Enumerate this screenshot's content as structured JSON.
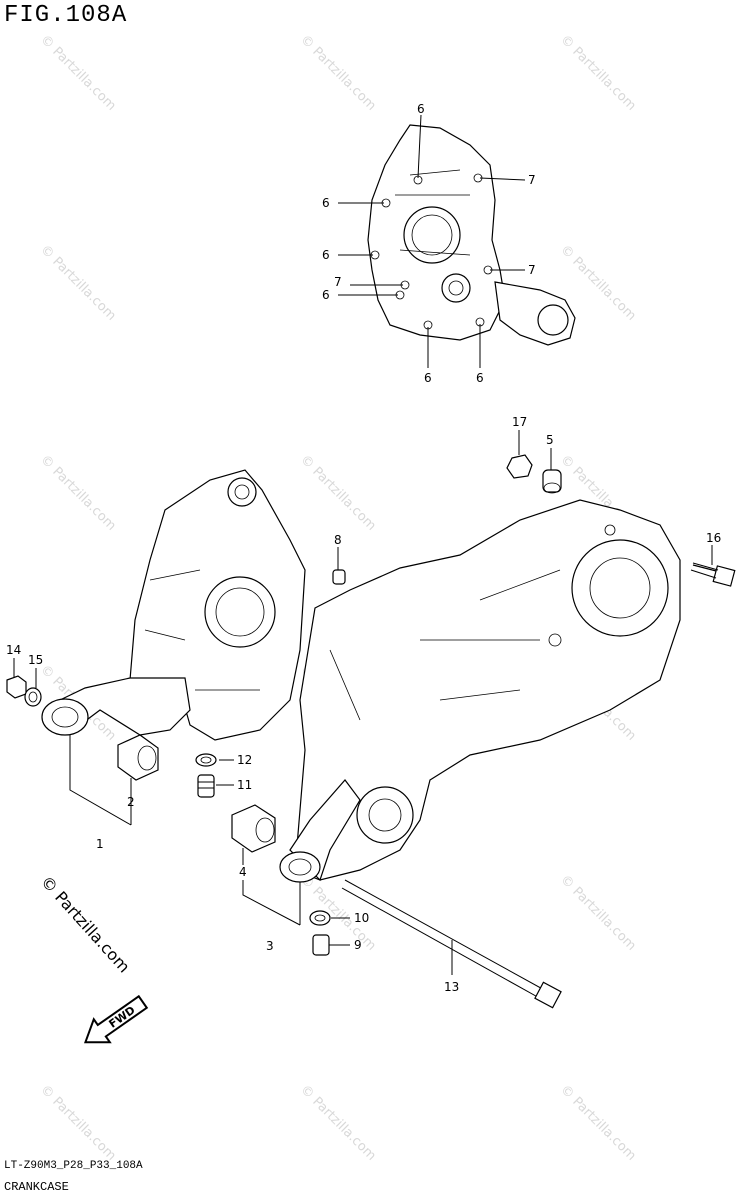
{
  "figure": {
    "title": "FIG.108A",
    "code": "LT-Z90M3_P28_P33_108A",
    "caption": "CRANKCASE"
  },
  "watermark": {
    "text": "© Partzilla.com",
    "large_text": "© Partzilla.com"
  },
  "direction": {
    "label": "FWD"
  },
  "callouts": [
    {
      "id": "c6a",
      "label": "6"
    },
    {
      "id": "c7a",
      "label": "7"
    },
    {
      "id": "c6b",
      "label": "6"
    },
    {
      "id": "c6c",
      "label": "6"
    },
    {
      "id": "c7b",
      "label": "7"
    },
    {
      "id": "c7c",
      "label": "7"
    },
    {
      "id": "c6d",
      "label": "6"
    },
    {
      "id": "c6e",
      "label": "6"
    },
    {
      "id": "c6f",
      "label": "6"
    },
    {
      "id": "c17",
      "label": "17"
    },
    {
      "id": "c5",
      "label": "5"
    },
    {
      "id": "c16",
      "label": "16"
    },
    {
      "id": "c8",
      "label": "8"
    },
    {
      "id": "c14",
      "label": "14"
    },
    {
      "id": "c15",
      "label": "15"
    },
    {
      "id": "c12",
      "label": "12"
    },
    {
      "id": "c11",
      "label": "11"
    },
    {
      "id": "c2",
      "label": "2"
    },
    {
      "id": "c1",
      "label": "1"
    },
    {
      "id": "c4",
      "label": "4"
    },
    {
      "id": "c3",
      "label": "3"
    },
    {
      "id": "c10",
      "label": "10"
    },
    {
      "id": "c9",
      "label": "9"
    },
    {
      "id": "c13",
      "label": "13"
    }
  ]
}
